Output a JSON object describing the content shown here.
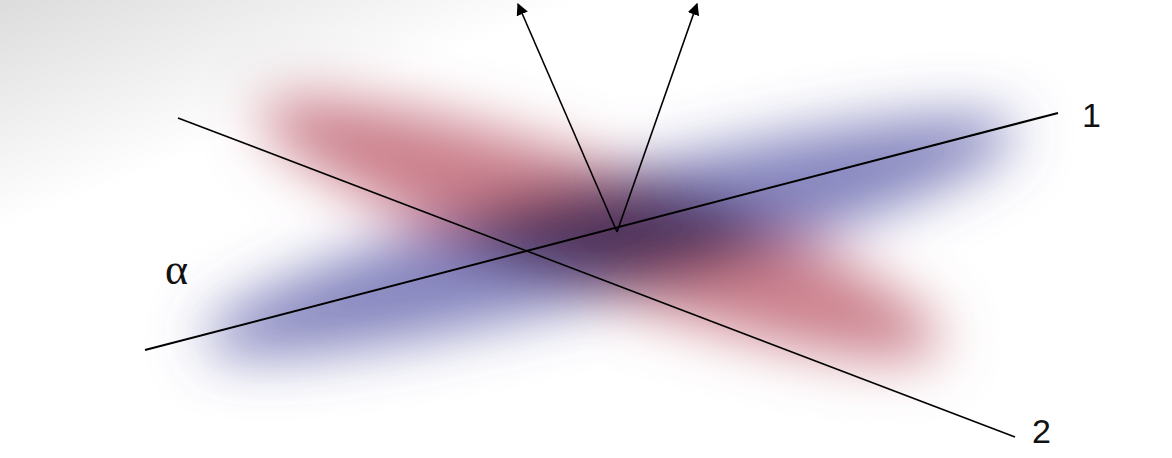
{
  "diagram": {
    "labels": [
      "α",
      "1",
      "2"
    ]
  }
}
